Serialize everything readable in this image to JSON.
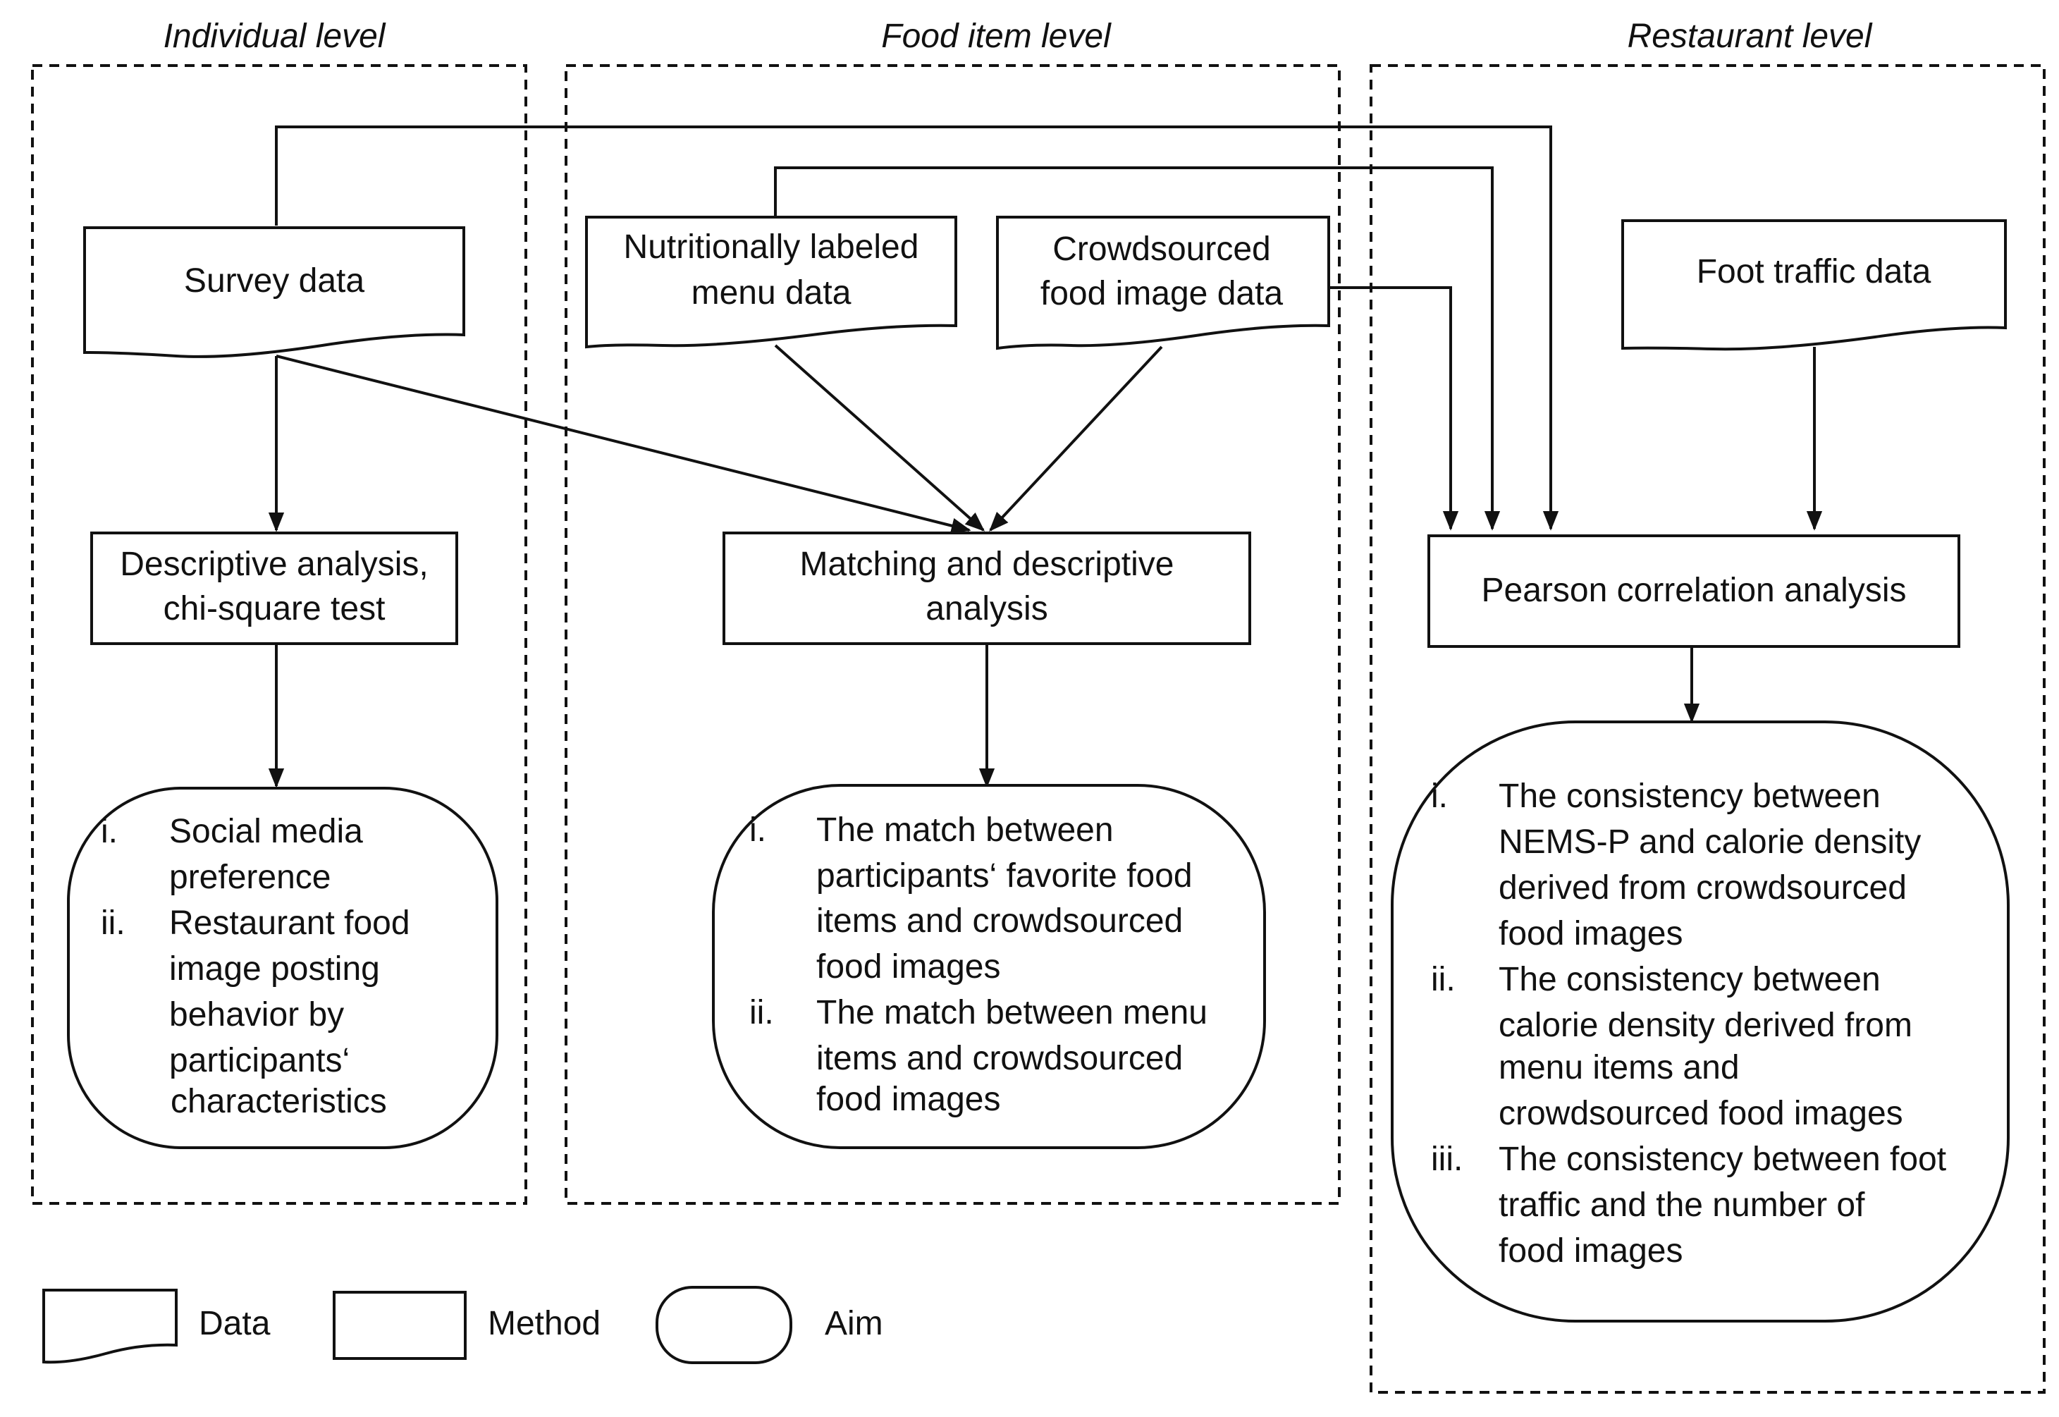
{
  "levels": {
    "individual": "Individual level",
    "food_item": "Food item level",
    "restaurant": "Restaurant level"
  },
  "data_nodes": {
    "survey": [
      "Survey data"
    ],
    "menu": [
      "Nutritionally labeled",
      "menu data"
    ],
    "crowd": [
      "Crowdsourced",
      "food image data"
    ],
    "foot": [
      "Foot traffic data"
    ]
  },
  "method_nodes": {
    "descriptive": [
      "Descriptive analysis,",
      "chi-square test"
    ],
    "matching": [
      "Matching and descriptive",
      "analysis"
    ],
    "pearson": [
      "Pearson correlation analysis"
    ]
  },
  "aims": {
    "individual": [
      {
        "num": "i.",
        "lines": [
          "Social media",
          "preference"
        ]
      },
      {
        "num": "ii.",
        "lines": [
          "Restaurant food",
          "image posting",
          "behavior by",
          "participants‘",
          "characteristics"
        ]
      }
    ],
    "food_item": [
      {
        "num": "i.",
        "lines": [
          "The match between",
          "participants‘ favorite food",
          "items and crowdsourced",
          "food images"
        ]
      },
      {
        "num": "ii.",
        "lines": [
          "The match between menu",
          "items and crowdsourced",
          "food images"
        ]
      }
    ],
    "restaurant": [
      {
        "num": "i.",
        "lines": [
          "The consistency between",
          "NEMS-P and calorie density",
          "derived from crowdsourced",
          "food images"
        ]
      },
      {
        "num": "ii.",
        "lines": [
          "The consistency between",
          "calorie density derived from",
          "menu items and",
          "crowdsourced food images"
        ]
      },
      {
        "num": "iii.",
        "lines": [
          "The consistency between foot",
          "traffic and the number of",
          "food images"
        ]
      }
    ]
  },
  "legend": {
    "data": "Data",
    "method": "Method",
    "aim": "Aim"
  }
}
